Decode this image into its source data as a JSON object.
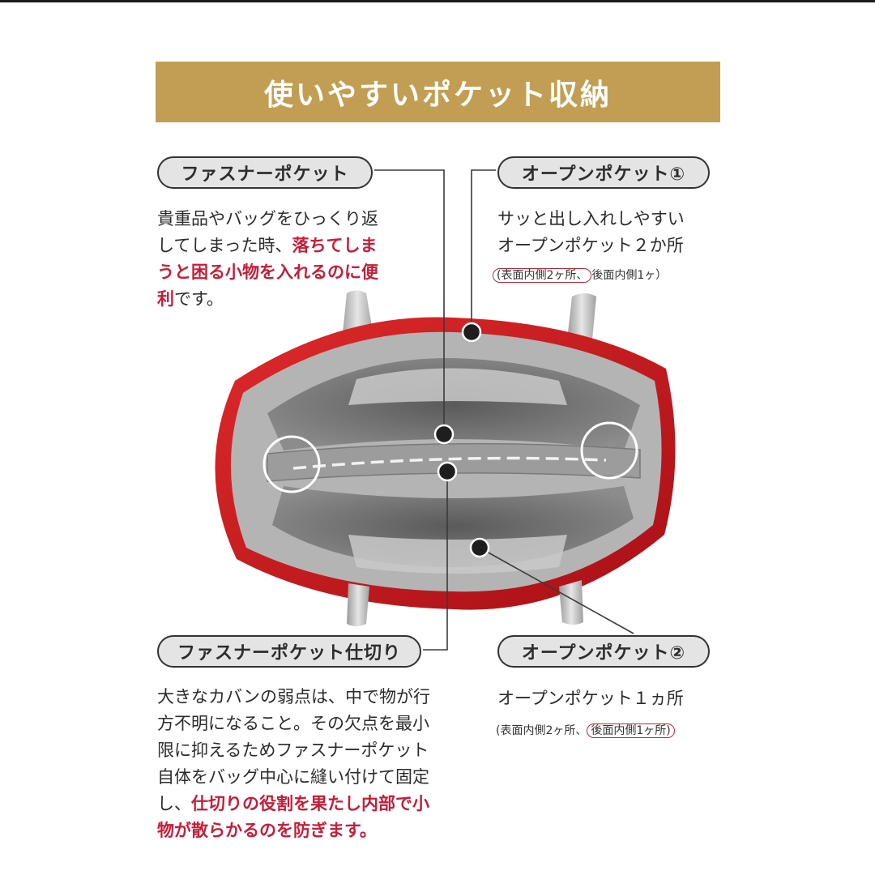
{
  "title": "使いやすいポケット収納",
  "fastener_pocket": {
    "label": "ファスナーポケット",
    "line1": "貴重品やバッグをひっくり返",
    "line2_plain": "してしまった時、",
    "line2_em": "落ちてしま",
    "line3_em": "うと困る小物を入れるのに便",
    "line4_em": "利",
    "line4_plain": "です。"
  },
  "open_pocket_1": {
    "label": "オープンポケット①",
    "line1": "サッと出し入れしやすい",
    "line2": "オープンポケット２か所",
    "note_front": "表面内側2ヶ所、",
    "note_back": "後面内側1ヶ）"
  },
  "fastener_divider": {
    "label": "ファスナーポケット仕切り",
    "line1": "大きなカバンの弱点は、中で物が行",
    "line2": "方不明になること。その欠点を最小",
    "line3": "限に抑えるためファスナーポケット",
    "line4": "自体をバッグ中心に縫い付けて固定",
    "line5_plain": "し、",
    "line5_em": "仕切りの役割を果たし内部で小",
    "line6_em": "物が散らかるのを防ぎます。"
  },
  "open_pocket_2": {
    "label": "オープンポケット②",
    "line1": "オープンポケット１ヵ所",
    "note_front": "(表面内側2ヶ所、",
    "note_back": "後面内側1ヶ所)"
  },
  "colors": {
    "banner": "#c29e54",
    "accent_red": "#c41e3a",
    "bag_red": "#c8141e",
    "lining_gray": "#a9a9a9"
  }
}
